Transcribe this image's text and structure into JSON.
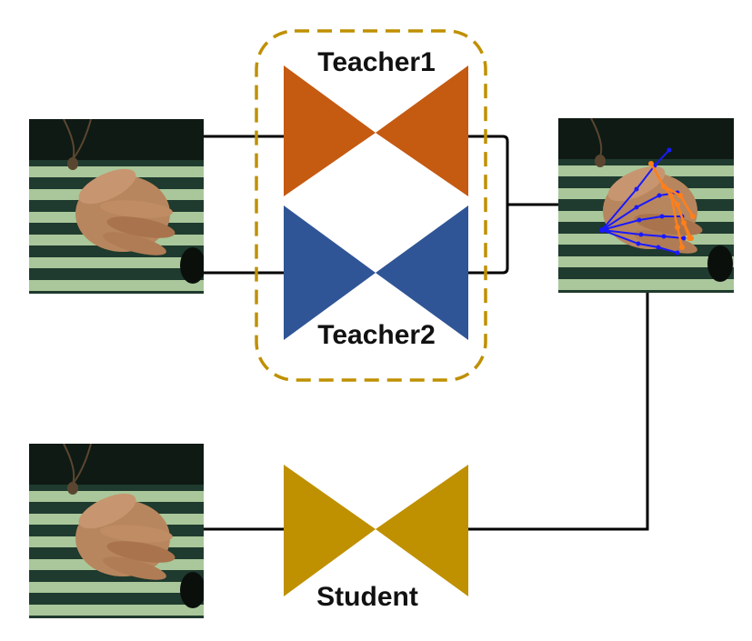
{
  "teacher1": {
    "label": "Teacher1",
    "color": "#C55A11"
  },
  "teacher2": {
    "label": "Teacher2",
    "color": "#2F5597"
  },
  "student": {
    "label": "Student",
    "color": "#BF9000"
  },
  "ensemble_box": {
    "border_color": "#BF9000",
    "style": "dashed"
  },
  "images": {
    "input_top": {
      "content": "hand-image",
      "skin": "#b8865e",
      "shirt_dark": "#1f3a2e",
      "shirt_light": "#a9c79a"
    },
    "input_bottom": {
      "content": "hand-image",
      "skin": "#b8865e",
      "shirt_dark": "#1f3a2e",
      "shirt_light": "#a9c79a"
    },
    "output": {
      "content": "hand-image-with-keypoints",
      "skeleton_colors": [
        "#1a1aff",
        "#ff7f1a"
      ]
    }
  }
}
